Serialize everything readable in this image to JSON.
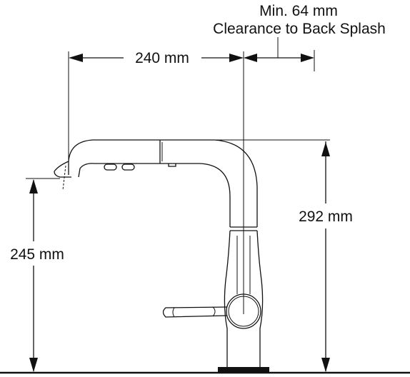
{
  "dimensions": {
    "reach": "240 mm",
    "clearance_value": "Min. 64 mm",
    "clearance_caption": "Clearance to Back Splash",
    "overall_height": "292 mm",
    "spout_height": "245 mm"
  },
  "colors": {
    "line": "#111111",
    "background": "#ffffff"
  }
}
